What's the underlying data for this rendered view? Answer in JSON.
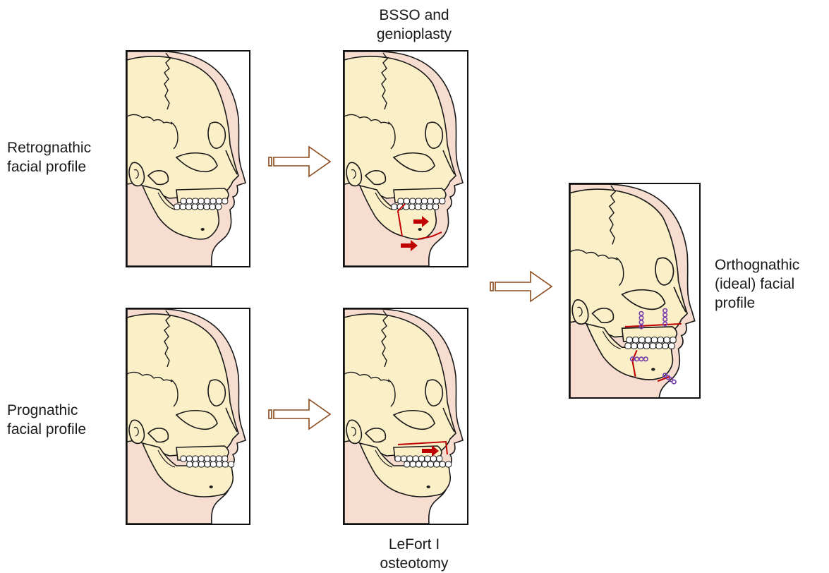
{
  "labels": {
    "retrognathic": "Retrognathic\nfacial profile",
    "prognathic": "Prognathic\nfacial profile",
    "bsso": "BSSO and\ngenioplasty",
    "lefort": "LeFort I\nosteotomy",
    "orthognathic": "Orthognathic\n(ideal) facial\nprofile"
  },
  "colors": {
    "skin": "#f6ddd0",
    "bone": "#fbefc8",
    "outline": "#1a1a1a",
    "cut_line": "#c00000",
    "move_arrow": "#c00000",
    "plates": "#7a3fb0",
    "flow_arrow": "#8b4a1c"
  },
  "panels": [
    {
      "name": "retrognathic-skull",
      "jaw": "retruded",
      "cuts": "none"
    },
    {
      "name": "bsso-skull",
      "jaw": "retruded",
      "cuts": "bsso-genioplasty"
    },
    {
      "name": "prognathic-skull",
      "jaw": "protruded",
      "cuts": "none"
    },
    {
      "name": "lefort-skull",
      "jaw": "protruded",
      "cuts": "lefort-i"
    },
    {
      "name": "orthognathic-skull",
      "jaw": "ideal",
      "cuts": "fixation-plates"
    }
  ]
}
